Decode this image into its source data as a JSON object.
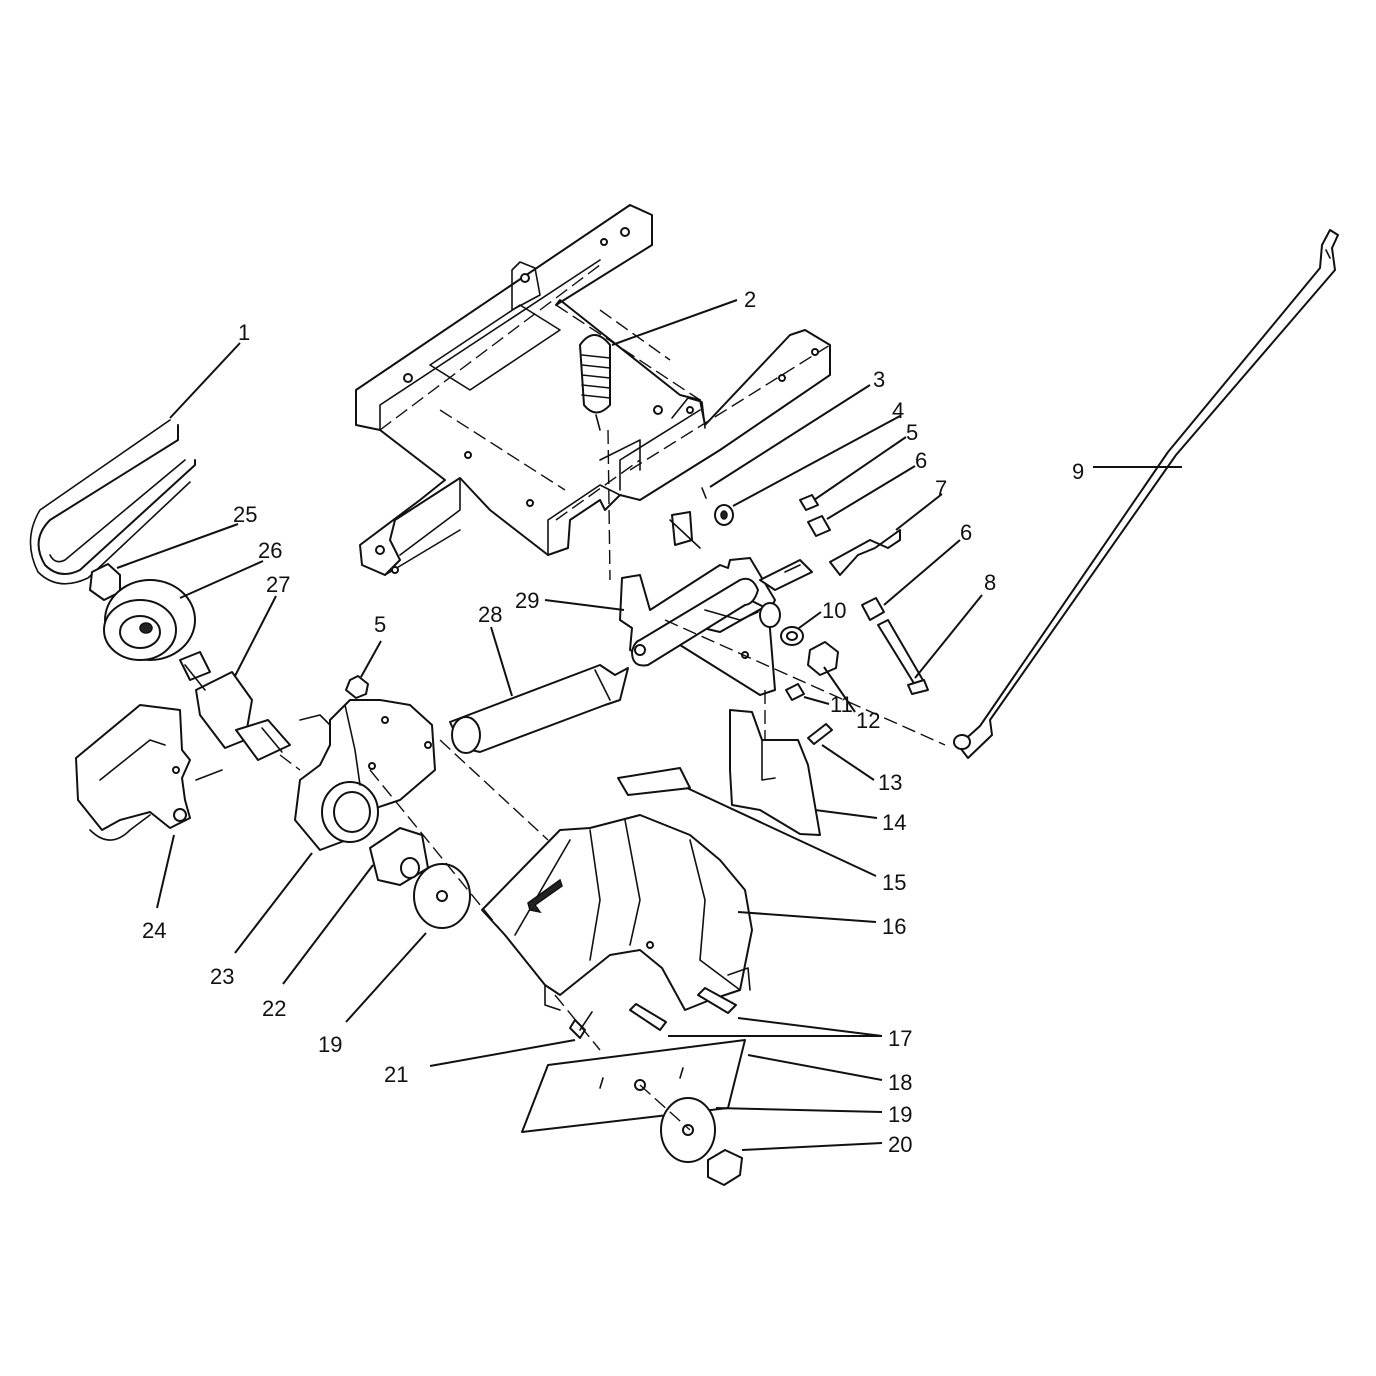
{
  "diagram": {
    "callouts": [
      {
        "id": "c1",
        "label": "1"
      },
      {
        "id": "c2",
        "label": "2"
      },
      {
        "id": "c3",
        "label": "3"
      },
      {
        "id": "c4",
        "label": "4"
      },
      {
        "id": "c5a",
        "label": "5"
      },
      {
        "id": "c5b",
        "label": "5"
      },
      {
        "id": "c6a",
        "label": "6"
      },
      {
        "id": "c6b",
        "label": "6"
      },
      {
        "id": "c7",
        "label": "7"
      },
      {
        "id": "c8",
        "label": "8"
      },
      {
        "id": "c9",
        "label": "9"
      },
      {
        "id": "c10",
        "label": "10"
      },
      {
        "id": "c11",
        "label": "11"
      },
      {
        "id": "c12",
        "label": "12"
      },
      {
        "id": "c13",
        "label": "13"
      },
      {
        "id": "c14",
        "label": "14"
      },
      {
        "id": "c15",
        "label": "15"
      },
      {
        "id": "c16",
        "label": "16"
      },
      {
        "id": "c17",
        "label": "17"
      },
      {
        "id": "c18",
        "label": "18"
      },
      {
        "id": "c19a",
        "label": "19"
      },
      {
        "id": "c19b",
        "label": "19"
      },
      {
        "id": "c20",
        "label": "20"
      },
      {
        "id": "c21",
        "label": "21"
      },
      {
        "id": "c22",
        "label": "22"
      },
      {
        "id": "c23",
        "label": "23"
      },
      {
        "id": "c24",
        "label": "24"
      },
      {
        "id": "c25",
        "label": "25"
      },
      {
        "id": "c26",
        "label": "26"
      },
      {
        "id": "c27",
        "label": "27"
      },
      {
        "id": "c28",
        "label": "28"
      },
      {
        "id": "c29",
        "label": "29"
      }
    ]
  }
}
